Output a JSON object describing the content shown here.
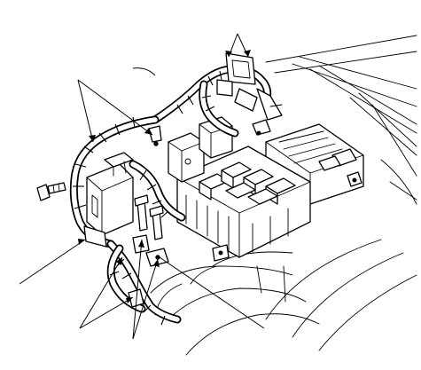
{
  "figure": {
    "subject": "engine-compartment-wire-harness",
    "callouts": [
      {
        "id": "top-right-pair",
        "targets": 2
      },
      {
        "id": "upper-left-pair",
        "targets": 2
      },
      {
        "id": "lower-left-single",
        "targets": 1
      },
      {
        "id": "bottom-left-pair",
        "targets": 2
      },
      {
        "id": "bottom-middle-pair",
        "targets": 2
      }
    ],
    "colors": {
      "ink": "#000000",
      "paper": "#ffffff"
    }
  }
}
